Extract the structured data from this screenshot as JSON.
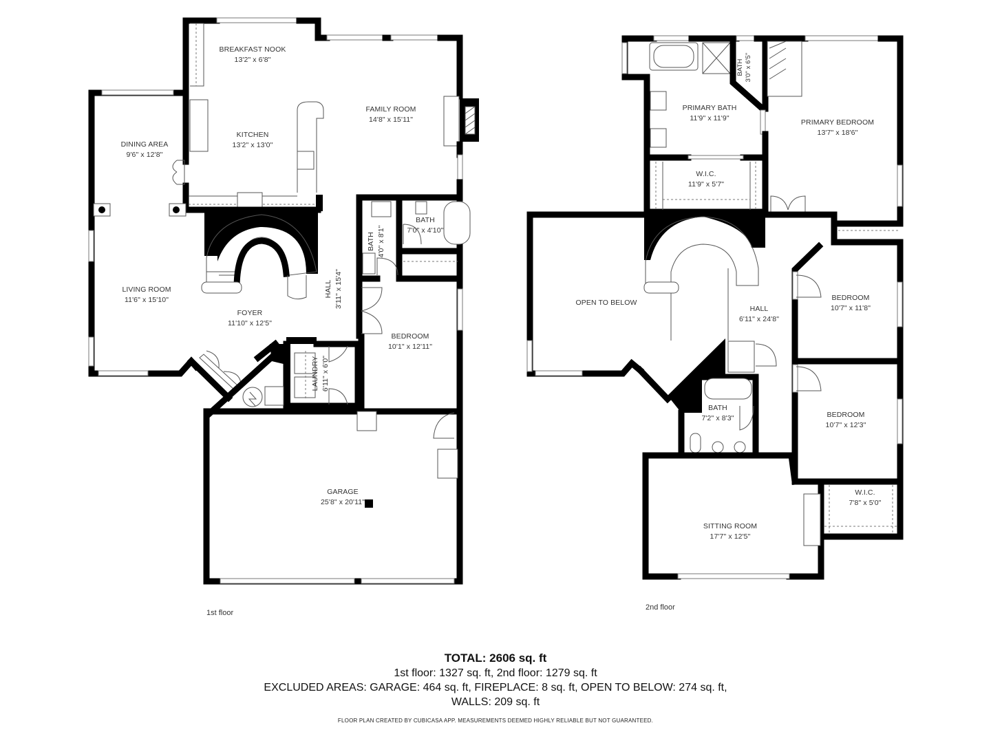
{
  "floors": [
    {
      "caption": "1st floor",
      "rooms": [
        {
          "name": "BREAKFAST NOOK",
          "dim": "13'2\" x 6'8\""
        },
        {
          "name": "KITCHEN",
          "dim": "13'2\" x 13'0\""
        },
        {
          "name": "FAMILY ROOM",
          "dim": "14'8\" x 15'11\""
        },
        {
          "name": "DINING AREA",
          "dim": "9'6\" x 12'8\""
        },
        {
          "name": "LIVING ROOM",
          "dim": "11'6\" x 15'10\""
        },
        {
          "name": "FOYER",
          "dim": "11'10\" x 12'5\""
        },
        {
          "name": "HALL",
          "dim": "3'11\" x 15'4\""
        },
        {
          "name": "BATH",
          "dim": "4'0\" x 8'1\""
        },
        {
          "name": "BATH",
          "dim": "7'0\" x 4'10\""
        },
        {
          "name": "BEDROOM",
          "dim": "10'1\" x 12'11\""
        },
        {
          "name": "LAUNDRY",
          "dim": "6'11\" x 6'0\""
        },
        {
          "name": "GARAGE",
          "dim": "25'8\" x 20'11\""
        }
      ]
    },
    {
      "caption": "2nd floor",
      "rooms": [
        {
          "name": "PRIMARY BATH",
          "dim": "11'9\" x 11'9\""
        },
        {
          "name": "BATH",
          "dim": "3'0\" x 6'5\""
        },
        {
          "name": "PRIMARY BEDROOM",
          "dim": "13'7\" x 18'6\""
        },
        {
          "name": "W.I.C.",
          "dim": "11'9\" x 5'7\""
        },
        {
          "name": "OPEN TO BELOW",
          "dim": ""
        },
        {
          "name": "HALL",
          "dim": "6'11\" x 24'8\""
        },
        {
          "name": "BEDROOM",
          "dim": "10'7\" x 11'8\""
        },
        {
          "name": "BEDROOM",
          "dim": "10'7\" x 12'3\""
        },
        {
          "name": "BATH",
          "dim": "7'2\" x 8'3\""
        },
        {
          "name": "SITTING ROOM",
          "dim": "17'7\" x 12'5\""
        },
        {
          "name": "W.I.C.",
          "dim": "7'8\" x 5'0\""
        }
      ]
    }
  ],
  "summary": {
    "total": "TOTAL: 2606 sq. ft",
    "floors_line": "1st floor: 1327 sq. ft, 2nd floor: 1279 sq. ft",
    "excluded_line": "EXCLUDED AREAS: GARAGE: 464 sq. ft, FIREPLACE: 8 sq. ft, OPEN TO BELOW: 274 sq. ft,",
    "walls_line": "WALLS: 209 sq. ft",
    "disclaimer": "FLOOR PLAN CREATED BY CUBICASA APP. MEASUREMENTS DEEMED HIGHLY RELIABLE BUT NOT GUARANTEED."
  },
  "colors": {
    "wall": "#000000",
    "background": "#ffffff",
    "text": "#333333"
  }
}
